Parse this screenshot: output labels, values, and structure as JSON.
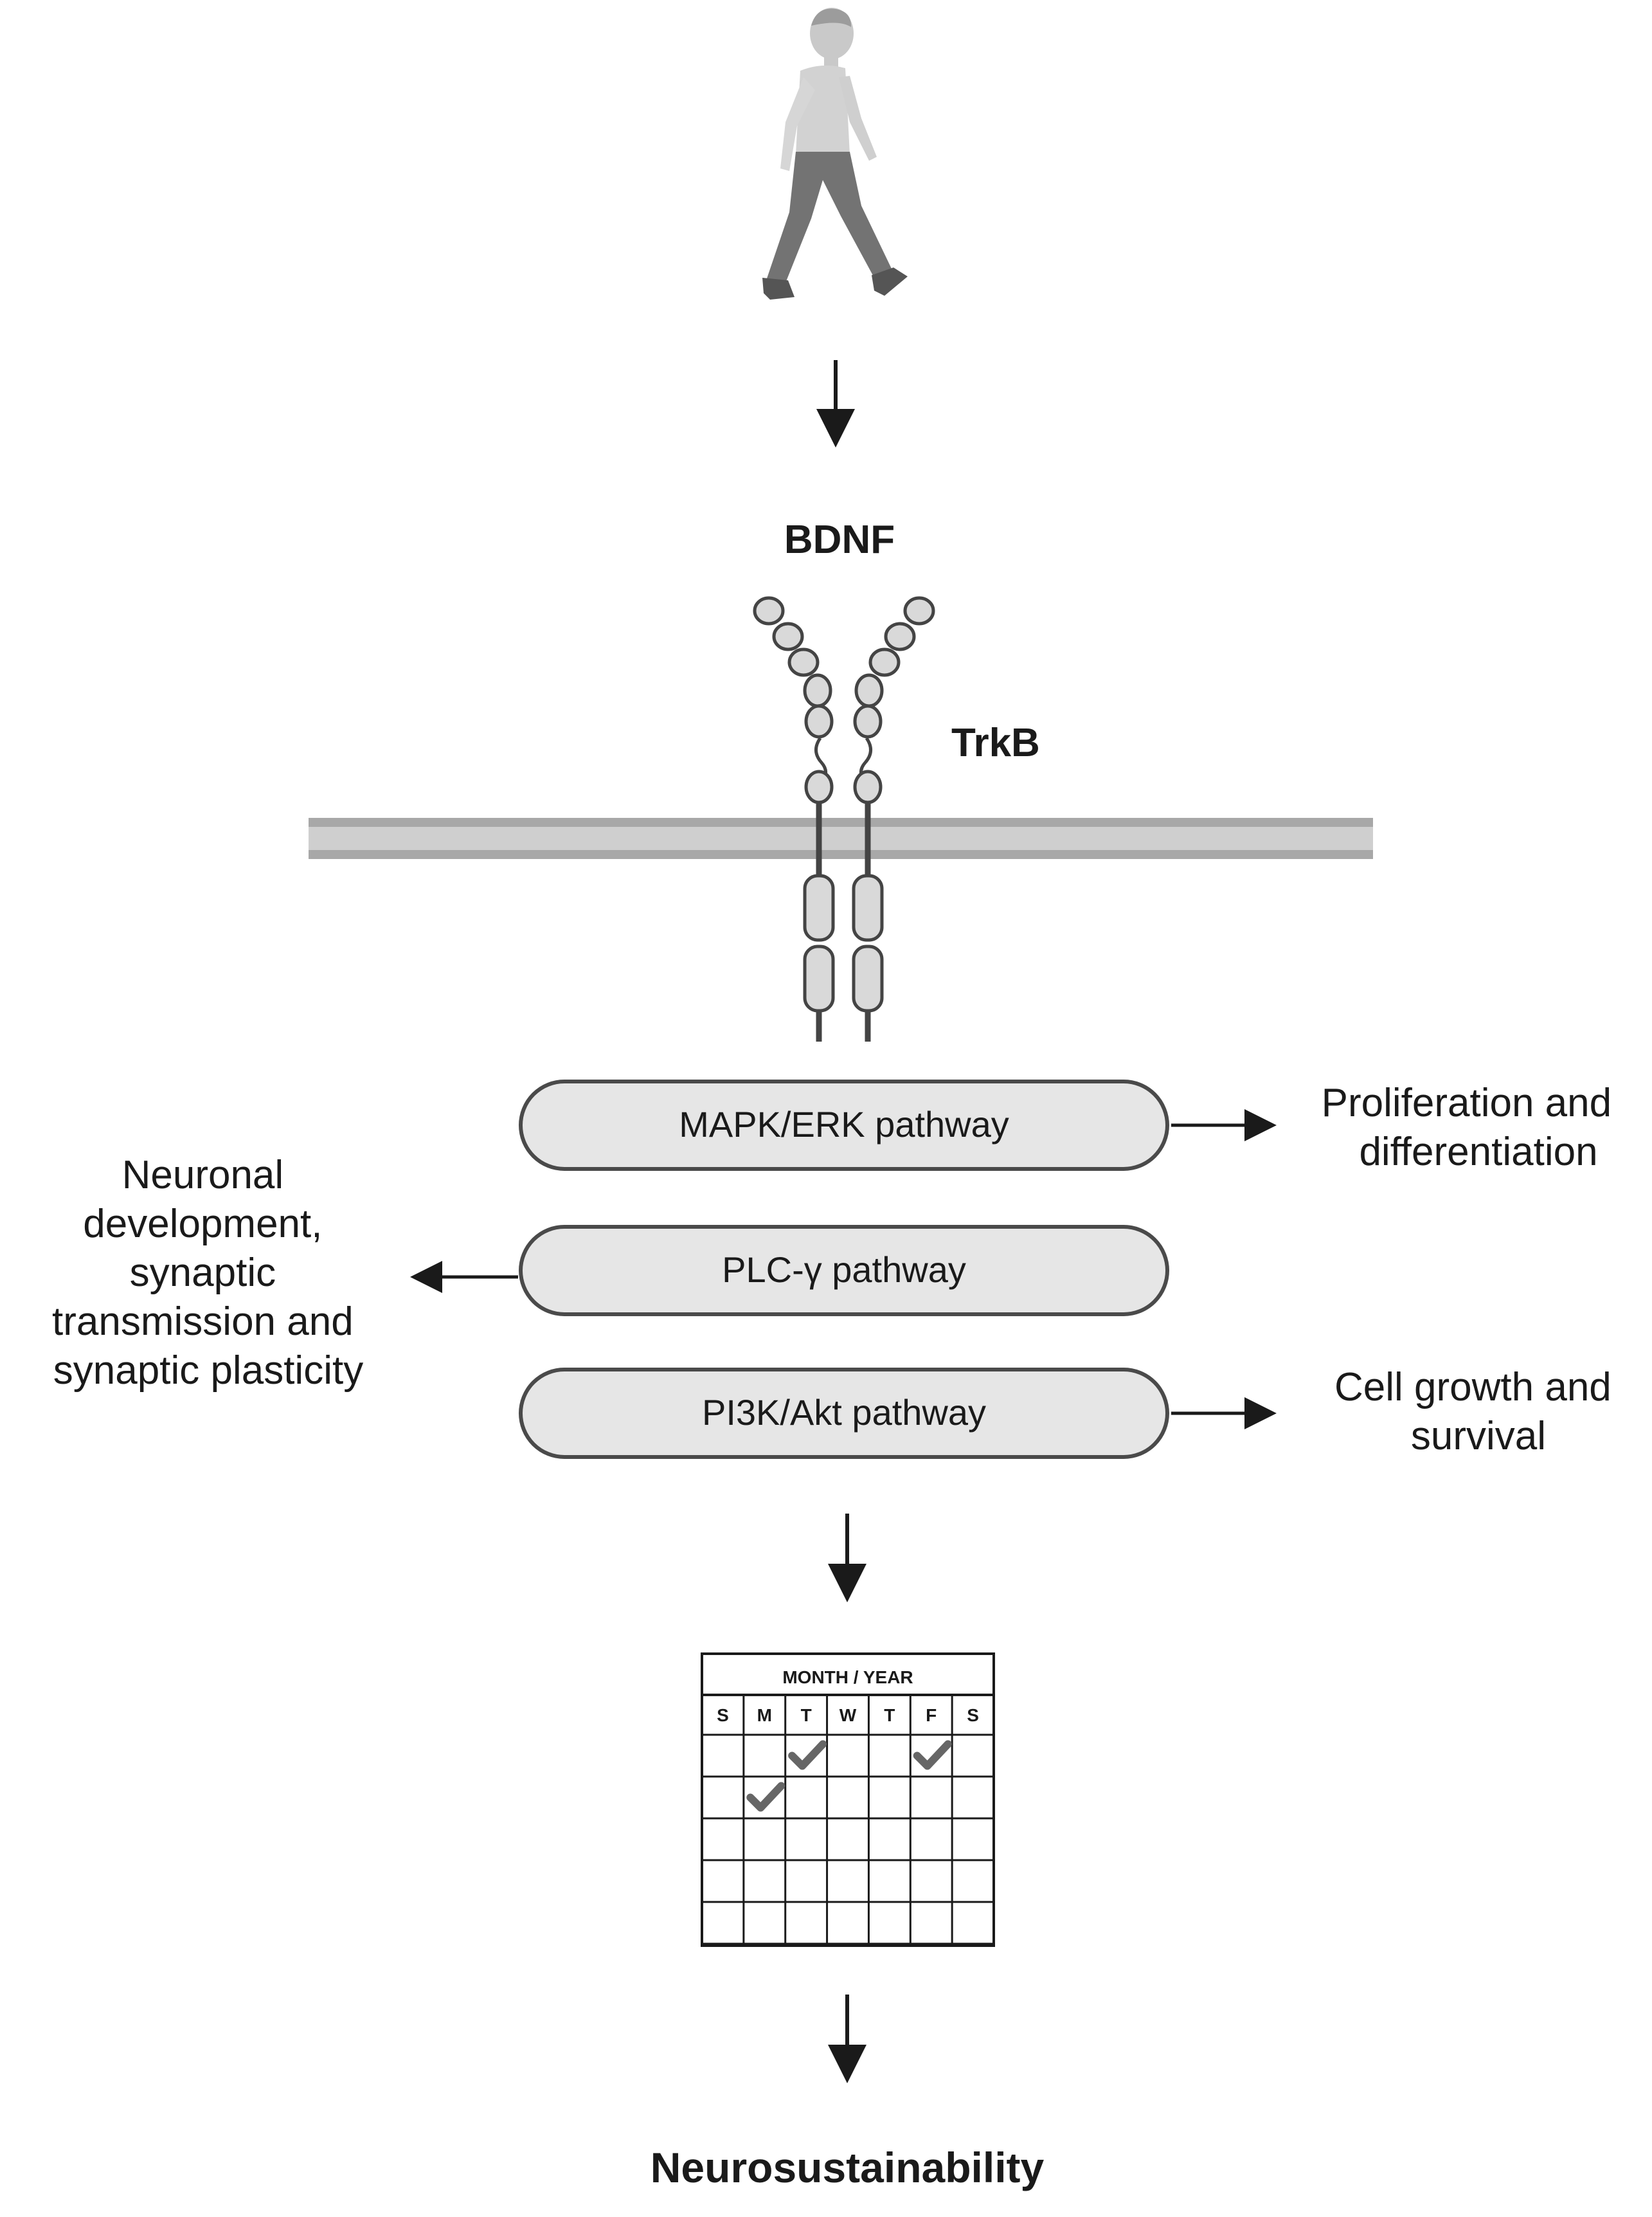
{
  "labels": {
    "ligand": "BDNF",
    "receptor": "TrkB",
    "final": "Neurosustainability"
  },
  "pathways": [
    {
      "name": "MAPK/ERK pathway",
      "outcome": [
        "Proliferation and",
        "differentiation"
      ],
      "side": "right"
    },
    {
      "name": "PLC-γ pathway",
      "outcome": [
        "Neuronal",
        "development,",
        "synaptic",
        "transmission and",
        "synaptic plasticity"
      ],
      "side": "left"
    },
    {
      "name": "PI3K/Akt pathway",
      "outcome": [
        "Cell growth and",
        "survival"
      ],
      "side": "right"
    }
  ],
  "calendar": {
    "header": "MONTH / YEAR",
    "days": [
      "S",
      "M",
      "T",
      "W",
      "T",
      "F",
      "S"
    ],
    "checked_cells": [
      {
        "row": 1,
        "col": 2
      },
      {
        "row": 1,
        "col": 5
      },
      {
        "row": 2,
        "col": 1
      }
    ],
    "body_rows": 5
  },
  "icons": {
    "top": "walking-person-icon",
    "check": "checkmark-icon"
  },
  "colors": {
    "pill_fill": "#e6e6e6",
    "pill_stroke": "#4a4a4a",
    "membrane": "#b5b5b5",
    "receptor": "#d9d9d9",
    "check": "#666666"
  }
}
